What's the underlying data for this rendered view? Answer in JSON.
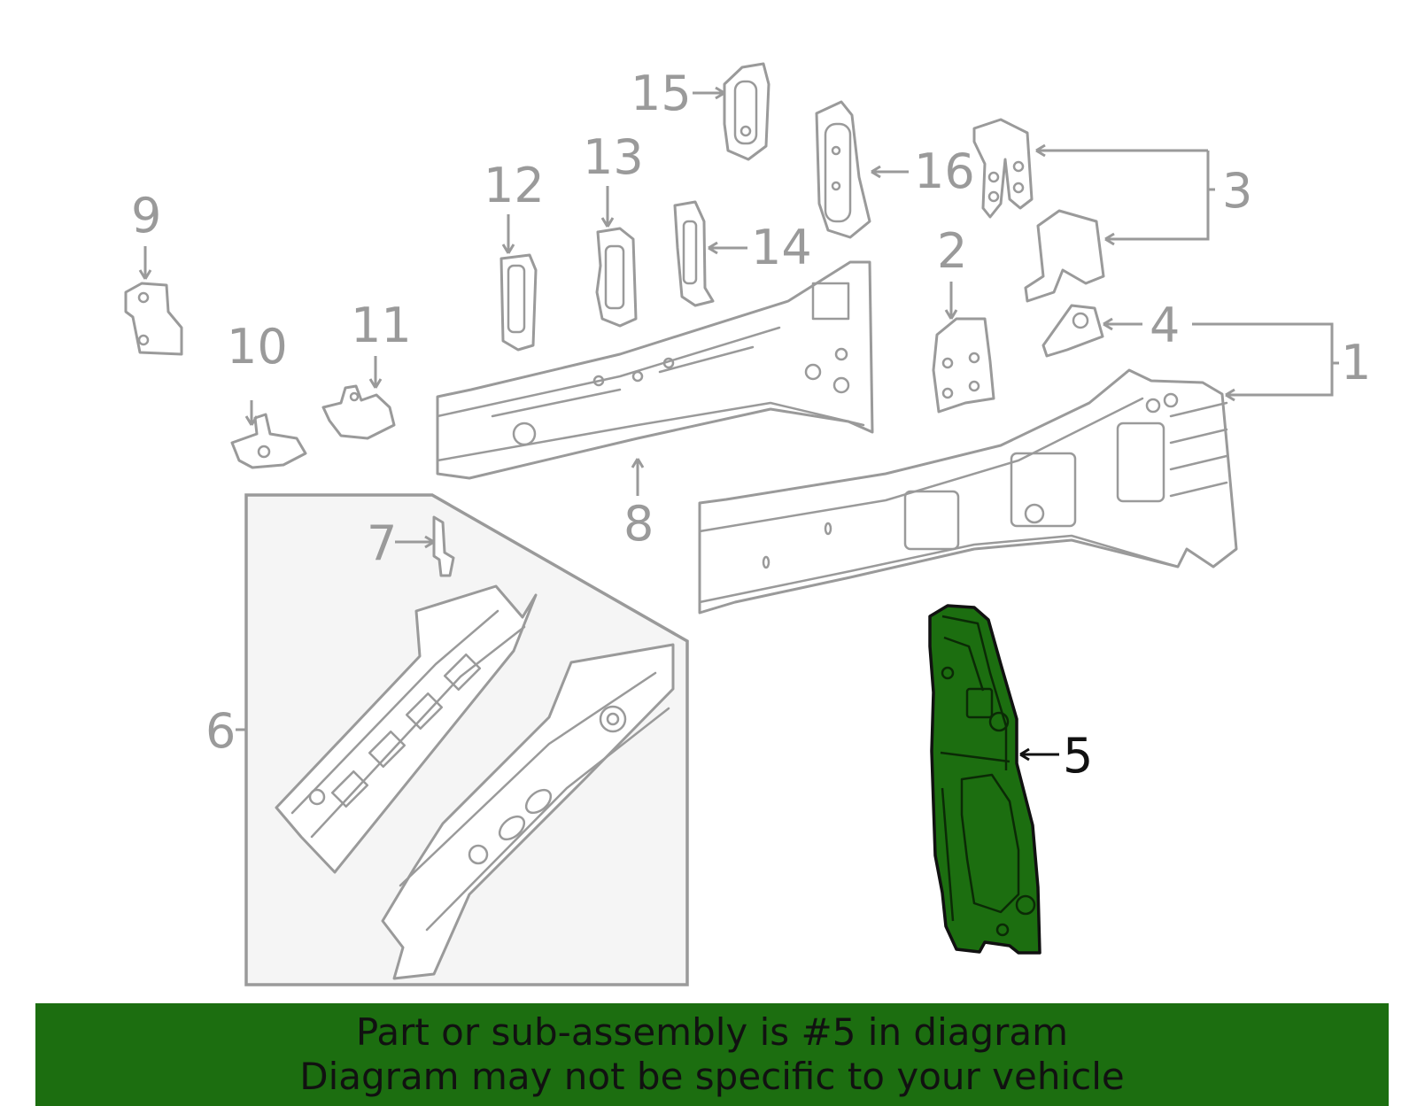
{
  "callouts": {
    "c1": "1",
    "c2": "2",
    "c3": "3",
    "c4": "4",
    "c5": "5",
    "c6": "6",
    "c7": "7",
    "c8": "8",
    "c9": "9",
    "c10": "10",
    "c11": "11",
    "c12": "12",
    "c13": "13",
    "c14": "14",
    "c15": "15",
    "c16": "16"
  },
  "highlight": {
    "part_number": "5",
    "color": "#1c6e10"
  },
  "banner": {
    "line1": "Part or sub-assembly is #5 in diagram",
    "line2": "Diagram may not be specific to your vehicle",
    "background": "#1c6e10"
  },
  "colors": {
    "line_art": "#9a9a9a",
    "inset_fill": "#f5f5f5"
  }
}
